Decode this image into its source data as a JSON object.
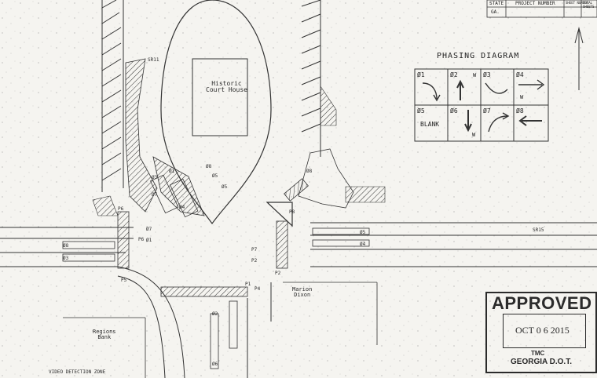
{
  "title_block": {
    "state_header": "STATE",
    "project_header": "PROJECT NUMBER",
    "sheet_header": "SHEET NUMBER",
    "sheets_header": "TOTAL SHEETS",
    "state_value": "GA."
  },
  "features": {
    "courthouse": "Historic\nCourt House",
    "bank": "Regions\nBank",
    "store": "Marion\nDixon",
    "route_north": "SR11",
    "route_east": "SR15",
    "detection_zone": "VIDEO DETECTION ZONE"
  },
  "phasing": {
    "title": "PHASING DIAGRAM",
    "blank_label": "BLANK",
    "cells": [
      {
        "id": "Ø1",
        "arrow": "curve-right-down",
        "walk": ""
      },
      {
        "id": "Ø2",
        "arrow": "up",
        "walk": "W"
      },
      {
        "id": "Ø3",
        "arrow": "curve-right-up",
        "walk": ""
      },
      {
        "id": "Ø4",
        "arrow": "left-right",
        "walk": "W"
      },
      {
        "id": "Ø5",
        "arrow": "none",
        "walk": ""
      },
      {
        "id": "Ø6",
        "arrow": "down",
        "walk": "W"
      },
      {
        "id": "Ø7",
        "arrow": "curve-up-right",
        "walk": ""
      },
      {
        "id": "Ø8",
        "arrow": "left",
        "walk": ""
      }
    ]
  },
  "phase_markers": [
    "P6",
    "P5",
    "P6",
    "P4",
    "P2",
    "P1",
    "P8",
    "P7",
    "P2",
    "Ø8",
    "Ø3",
    "Ø7",
    "Ø1",
    "Ø5",
    "Ø4",
    "Ø2",
    "Ø6",
    "Ø8",
    "Ø5",
    "Ø3",
    "Ø1",
    "Ø4",
    "Ø7",
    "Ø8",
    "Ø5"
  ],
  "stamp": {
    "status": "APPROVED",
    "date": "OCT 0 6 2015",
    "org": "TMC",
    "dept": "GEORGIA D.O.T."
  },
  "colors": {
    "ink": "#2a2a2a",
    "paper": "#f5f4f0"
  }
}
